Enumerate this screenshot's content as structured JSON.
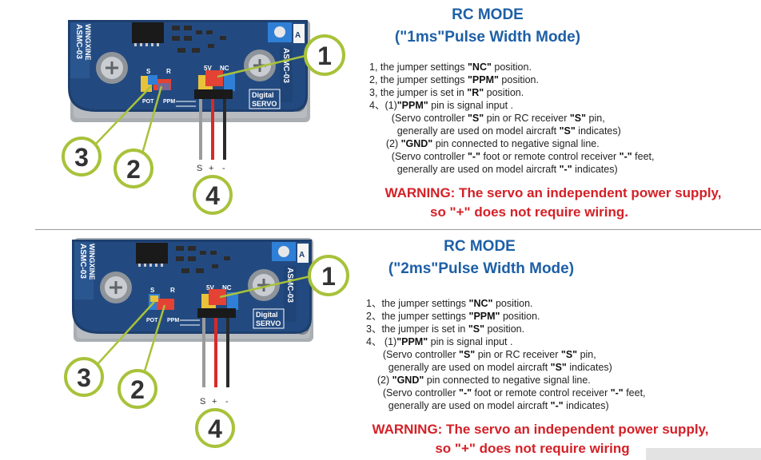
{
  "panels": [
    {
      "title": "RC MODE",
      "subtitle": "(\"1ms\"Pulse Width Mode)",
      "lines": [
        [
          "1, the jumper settings ",
          "\"NC\"",
          " position."
        ],
        [
          "2, the jumper settings ",
          "\"PPM\"",
          " position."
        ],
        [
          "3, the jumper is set in ",
          "\"R\"",
          " position."
        ],
        [
          "4、(1)",
          "\"PPM\"",
          " pin is signal input ."
        ],
        [
          "        (Servo controller ",
          "\"S\"",
          " pin or RC receiver ",
          "\"S\"",
          " pin,"
        ],
        [
          "          generally are used on model aircraft ",
          "\"S\"",
          " indicates)"
        ],
        [
          "      (2) ",
          "\"GND\"",
          " pin connected to negative signal line."
        ],
        [
          "        (Servo controller ",
          "\"-\"",
          " foot or remote control receiver ",
          "\"-\"",
          " feet,"
        ],
        [
          "          generally are used on model aircraft ",
          "\"-\"",
          " indicates)"
        ]
      ],
      "warning_line1": "WARNING: The servo an independent power supply,",
      "warning_line2": "so \"+\" does not require wiring.",
      "board": {
        "model_vertical": "ASMC-03",
        "brand_vertical": "WINGXINE",
        "model_right": "ASMC-03",
        "chip_label": "A",
        "header_labels": {
          "s": "S",
          "r": "R",
          "five_v": "5V",
          "nc": "NC"
        },
        "pot_label": "POT",
        "ppm_label": "PPM",
        "digital_label": "Digital",
        "servo_label": "SERVO",
        "callouts": {
          "c1": "1",
          "c2": "2",
          "c3": "3",
          "c4": "4"
        },
        "wires": {
          "s": "S",
          "plus": "+",
          "minus": "-"
        }
      }
    },
    {
      "title": "RC MODE",
      "subtitle": "(\"2ms\"Pulse Width Mode)",
      "lines": [
        [
          "1、the jumper settings ",
          "\"NC\"",
          " position."
        ],
        [
          "2、the jumper settings ",
          "\"PPM\"",
          " position."
        ],
        [
          "3、the jumper is set in ",
          "\"S\"",
          " position."
        ],
        [
          "4、 (1)",
          "\"PPM\"",
          " pin is signal input ."
        ],
        [
          "      (Servo controller ",
          "\"S\"",
          " pin or RC receiver ",
          "\"S\"",
          " pin,"
        ],
        [
          "        generally are used on model aircraft ",
          "\"S\"",
          " indicates)"
        ],
        [
          "    (2) ",
          "\"GND\"",
          " pin connected to negative signal line."
        ],
        [
          "      (Servo controller ",
          "\"-\"",
          " foot or remote control receiver ",
          "\"-\"",
          " feet,"
        ],
        [
          "        generally are used on model aircraft ",
          "\"-\"",
          " indicates)"
        ]
      ],
      "warning_line1": "WARNING: The servo an independent power supply,",
      "warning_line2": "so \"+\" does not require wiring",
      "board": {
        "model_vertical": "ASMC-03",
        "brand_vertical": "WINGXINE",
        "model_right": "ASMC-03",
        "chip_label": "A",
        "header_labels": {
          "s": "S",
          "r": "R",
          "five_v": "5V",
          "nc": "NC"
        },
        "pot_label": "POT",
        "ppm_label": "PPM",
        "digital_label": "Digital",
        "servo_label": "SERVO",
        "callouts": {
          "c1": "1",
          "c2": "2",
          "c3": "3",
          "c4": "4"
        },
        "wires": {
          "s": "S",
          "plus": "+",
          "minus": "-"
        }
      }
    }
  ],
  "colors": {
    "heading": "#1d5fa6",
    "warning": "#d42027",
    "callout_ring": "#a8c23a",
    "pcb": "#1d3f6e",
    "plate": "#9aa0a6"
  }
}
